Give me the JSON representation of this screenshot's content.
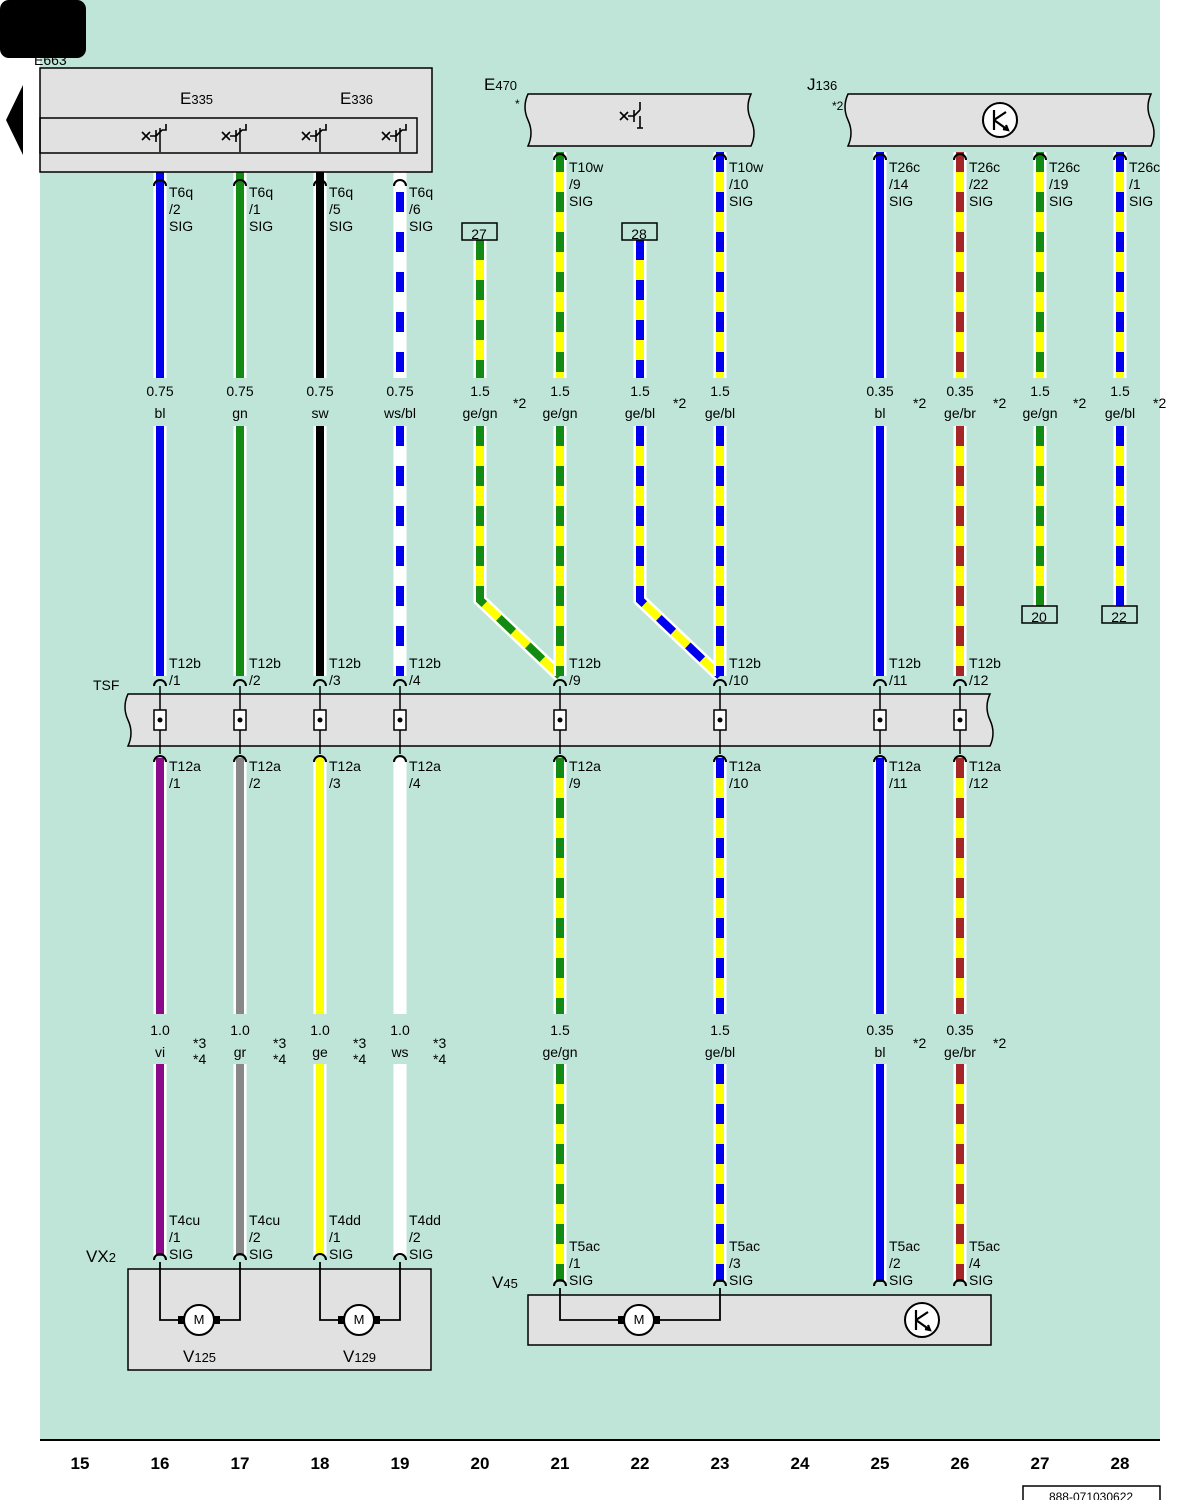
{
  "colors": {
    "background": "#bfe5d9",
    "box": "#e1e1e1",
    "bl": "#0000ee",
    "gn": "#138a13",
    "sw": "#000000",
    "ws": "#ffffff",
    "vi": "#8a0a8a",
    "gr": "#888888",
    "ge": "#ffff00",
    "br": "#a52626"
  },
  "header": {
    "tab_text": "",
    "cut_label": "E663"
  },
  "components": {
    "e335": {
      "letter": "E",
      "num": "335"
    },
    "e336": {
      "letter": "E",
      "num": "336"
    },
    "e470": {
      "letter": "E",
      "num": "470",
      "mark": "*"
    },
    "j136": {
      "letter": "J",
      "num": "136",
      "mark": "*2"
    },
    "tsf": "TSF",
    "vx2": {
      "letter": "VX",
      "num": "2"
    },
    "v125": {
      "letter": "V",
      "num": "125"
    },
    "v129": {
      "letter": "V",
      "num": "129"
    },
    "v45": {
      "letter": "V",
      "num": "45"
    }
  },
  "refs": {
    "r27": "27",
    "r28": "28",
    "r20": "20",
    "r22": "22"
  },
  "wires_top": [
    {
      "col": 16,
      "pin": [
        "T6q",
        "/2",
        "SIG"
      ],
      "size": "0.75",
      "color": "bl",
      "marks": []
    },
    {
      "col": 17,
      "pin": [
        "T6q",
        "/1",
        "SIG"
      ],
      "size": "0.75",
      "color": "gn",
      "marks": []
    },
    {
      "col": 18,
      "pin": [
        "T6q",
        "/5",
        "SIG"
      ],
      "size": "0.75",
      "color": "sw",
      "marks": []
    },
    {
      "col": 19,
      "pin": [
        "T6q",
        "/6",
        "SIG"
      ],
      "size": "0.75",
      "color": "ws/bl",
      "marks": []
    },
    {
      "col": 20,
      "pin": [],
      "size": "1.5",
      "color": "ge/gn",
      "marks": [
        "*2"
      ]
    },
    {
      "col": 21,
      "pin": [
        "T10w",
        "/9",
        "SIG"
      ],
      "size": "1.5",
      "color": "ge/gn",
      "marks": []
    },
    {
      "col": 22,
      "pin": [],
      "size": "1.5",
      "color": "ge/bl",
      "marks": [
        "*2"
      ]
    },
    {
      "col": 23,
      "pin": [
        "T10w",
        "/10",
        "SIG"
      ],
      "size": "1.5",
      "color": "ge/bl",
      "marks": []
    },
    {
      "col": 25,
      "pin": [
        "T26c",
        "/14",
        "SIG"
      ],
      "size": "0.35",
      "color": "bl",
      "marks": [
        "*2"
      ]
    },
    {
      "col": 26,
      "pin": [
        "T26c",
        "/22",
        "SIG"
      ],
      "size": "0.35",
      "color": "ge/br",
      "marks": [
        "*2"
      ]
    },
    {
      "col": 27,
      "pin": [
        "T26c",
        "/19",
        "SIG"
      ],
      "size": "1.5",
      "color": "ge/gn",
      "marks": [
        "*2"
      ]
    },
    {
      "col": 28,
      "pin": [
        "T26c",
        "/1",
        "SIG"
      ],
      "size": "1.5",
      "color": "ge/bl",
      "marks": [
        "*2"
      ]
    }
  ],
  "tsf_top_pins": [
    {
      "col": 16,
      "pin": [
        "T12b",
        "/1"
      ]
    },
    {
      "col": 17,
      "pin": [
        "T12b",
        "/2"
      ]
    },
    {
      "col": 18,
      "pin": [
        "T12b",
        "/3"
      ]
    },
    {
      "col": 19,
      "pin": [
        "T12b",
        "/4"
      ]
    },
    {
      "col": 21,
      "pin": [
        "T12b",
        "/9"
      ]
    },
    {
      "col": 23,
      "pin": [
        "T12b",
        "/10"
      ]
    },
    {
      "col": 25,
      "pin": [
        "T12b",
        "/11"
      ]
    },
    {
      "col": 26,
      "pin": [
        "T12b",
        "/12"
      ]
    }
  ],
  "tsf_bottom_pins": [
    {
      "col": 16,
      "pin": [
        "T12a",
        "/1"
      ]
    },
    {
      "col": 17,
      "pin": [
        "T12a",
        "/2"
      ]
    },
    {
      "col": 18,
      "pin": [
        "T12a",
        "/3"
      ]
    },
    {
      "col": 19,
      "pin": [
        "T12a",
        "/4"
      ]
    },
    {
      "col": 21,
      "pin": [
        "T12a",
        "/9"
      ]
    },
    {
      "col": 23,
      "pin": [
        "T12a",
        "/10"
      ]
    },
    {
      "col": 25,
      "pin": [
        "T12a",
        "/11"
      ]
    },
    {
      "col": 26,
      "pin": [
        "T12a",
        "/12"
      ]
    }
  ],
  "wires_bottom": [
    {
      "col": 16,
      "size": "1.0",
      "color": "vi",
      "marks": [
        "*3",
        "*4"
      ],
      "pin": [
        "T4cu",
        "/1",
        "SIG"
      ]
    },
    {
      "col": 17,
      "size": "1.0",
      "color": "gr",
      "marks": [
        "*3",
        "*4"
      ],
      "pin": [
        "T4cu",
        "/2",
        "SIG"
      ]
    },
    {
      "col": 18,
      "size": "1.0",
      "color": "ge",
      "marks": [
        "*3",
        "*4"
      ],
      "pin": [
        "T4dd",
        "/1",
        "SIG"
      ]
    },
    {
      "col": 19,
      "size": "1.0",
      "color": "ws",
      "marks": [
        "*3",
        "*4"
      ],
      "pin": [
        "T4dd",
        "/2",
        "SIG"
      ]
    },
    {
      "col": 21,
      "size": "1.5",
      "color": "ge/gn",
      "marks": [],
      "pin": [
        "T5ac",
        "/1",
        "SIG"
      ]
    },
    {
      "col": 23,
      "size": "1.5",
      "color": "ge/bl",
      "marks": [],
      "pin": [
        "T5ac",
        "/3",
        "SIG"
      ]
    },
    {
      "col": 25,
      "size": "0.35",
      "color": "bl",
      "marks": [
        "*2"
      ],
      "pin": [
        "T5ac",
        "/2",
        "SIG"
      ]
    },
    {
      "col": 26,
      "size": "0.35",
      "color": "ge/br",
      "marks": [
        "*2"
      ],
      "pin": [
        "T5ac",
        "/4",
        "SIG"
      ]
    }
  ],
  "columns": [
    "15",
    "16",
    "17",
    "18",
    "19",
    "20",
    "21",
    "22",
    "23",
    "24",
    "25",
    "26",
    "27",
    "28"
  ],
  "footer": {
    "doc_id": "888-071030622"
  }
}
